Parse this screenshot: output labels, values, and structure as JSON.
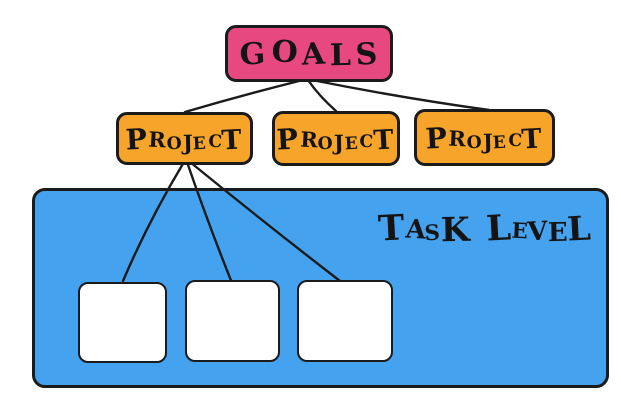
{
  "diagram": {
    "goals_label": "GOALS",
    "projects": [
      {
        "id": "project-1",
        "label": "PROJECT"
      },
      {
        "id": "project-2",
        "label": "PROJECT"
      },
      {
        "id": "project-3",
        "label": "PROJECT"
      }
    ],
    "task_panel": {
      "label": "TASK LEVEL",
      "cards": [
        "",
        "",
        ""
      ]
    },
    "edges": [
      {
        "from": "goals",
        "to": "project-1"
      },
      {
        "from": "goals",
        "to": "project-2"
      },
      {
        "from": "goals",
        "to": "project-3"
      },
      {
        "from": "project-1",
        "to": "task-card-1"
      },
      {
        "from": "project-1",
        "to": "task-card-2"
      },
      {
        "from": "project-1",
        "to": "task-card-3"
      }
    ],
    "colors": {
      "goals_fill": "#e84880",
      "project_fill": "#f6a42a",
      "panel_fill": "#45a2ef",
      "card_fill": "#ffffff",
      "stroke": "#1b1b1b"
    }
  }
}
